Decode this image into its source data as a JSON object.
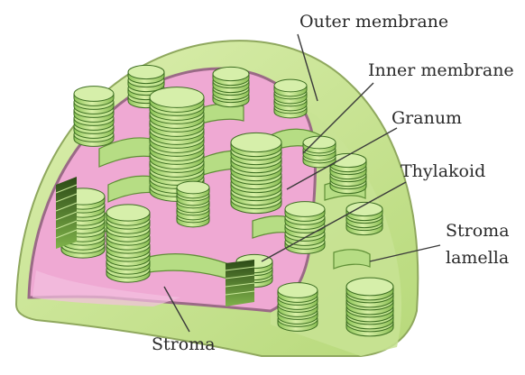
{
  "labels": {
    "outer_membrane": "Outer membrane",
    "inner_membrane": "Inner membrane",
    "granum": "Granum",
    "thylakoid": "Thylakoid",
    "stroma_lamella_line1": "Stroma",
    "stroma_lamella_line2": "lamella",
    "stroma": "Stroma"
  },
  "colors": {
    "outer_shell": "#cfe59a",
    "shell_cut_face": "#b9d97a",
    "inner_cavity": "#efa9d3",
    "inner_membrane_stroke": "#9a6a86",
    "granum_fill": "#bfe38c",
    "granum_edge": "#3d6e22",
    "lamella_fill": "#b6dd84",
    "label_text": "#2a2a2a"
  }
}
